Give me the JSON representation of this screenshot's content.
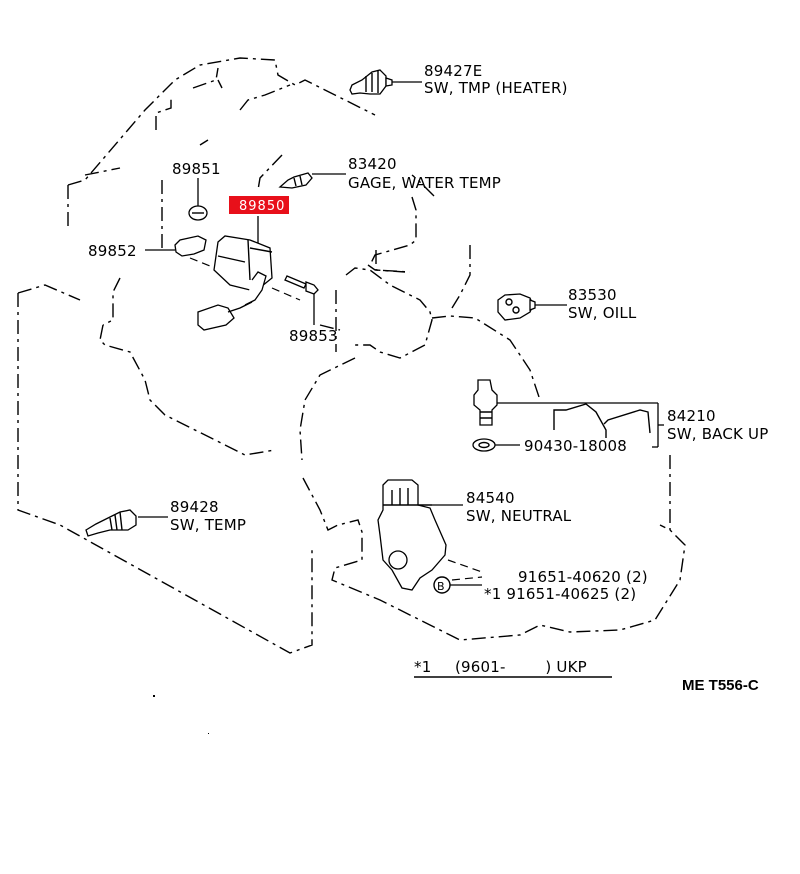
{
  "diagram": {
    "type": "exploded parts diagram",
    "reference_code": "ME T556-C",
    "highlight_color": "#e8101a",
    "highlighted_part": "89850",
    "footnote": {
      "marker": "*1",
      "range": "(9601-        ) UKP"
    },
    "callouts": [
      {
        "id": "89427E",
        "name": "SW, TMP (HEATER)"
      },
      {
        "id": "83420",
        "name": "GAGE, WATER TEMP"
      },
      {
        "id": "89851",
        "name": ""
      },
      {
        "id": "89850",
        "name": ""
      },
      {
        "id": "89852",
        "name": ""
      },
      {
        "id": "89853",
        "name": ""
      },
      {
        "id": "83530",
        "name": "SW, OILL"
      },
      {
        "id": "84210",
        "name": "SW, BACK UP"
      },
      {
        "id": "90430-18008",
        "name": ""
      },
      {
        "id": "89428",
        "name": "SW, TEMP"
      },
      {
        "id": "84540",
        "name": "SW, NEUTRAL"
      },
      {
        "id": "91651-40620 (2)",
        "name": ""
      },
      {
        "id": "*1 91651-40625 (2)",
        "name": ""
      }
    ],
    "bolt_marker": "B"
  }
}
